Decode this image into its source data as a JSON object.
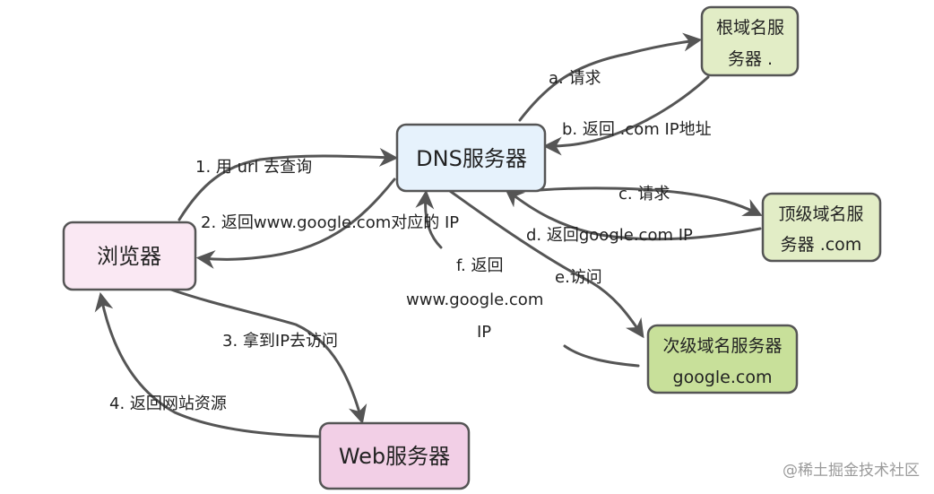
{
  "nodes": {
    "dns": {
      "label": "DNS服务器",
      "fill": "#e6f2fc"
    },
    "browser": {
      "label": "浏览器",
      "fill": "#fae8f3"
    },
    "web": {
      "label": "Web服务器",
      "fill": "#f2cfe6"
    },
    "root": {
      "line1": "根域名服",
      "line2": "务器 .",
      "fill": "#e2edc6"
    },
    "tld": {
      "line1": "顶级域名服",
      "line2": "务器 .com",
      "fill": "#e2edc6"
    },
    "sld": {
      "line1": "次级域名服务器",
      "line2": "google.com",
      "fill": "#c8e09a"
    }
  },
  "edges": {
    "query_dns": "1. 用 url 去查询",
    "return_ip": "2. 返回www.google.com对应的 IP",
    "visit_ip": "3. 拿到IP去访问",
    "return_site": "4. 返回网站资源",
    "req_root": "a. 请求",
    "ret_root": "b. 返回 .com IP地址",
    "req_tld": "c. 请求",
    "ret_tld": "d. 返回google.com IP",
    "visit_sld": "e.访问",
    "ret_sld_1": "f. 返回",
    "ret_sld_2": "www.google.com",
    "ret_sld_3": "IP"
  },
  "watermark": "@稀土掘金技术社区",
  "colors": {
    "stroke": "#555555",
    "node_border": "#555555"
  }
}
